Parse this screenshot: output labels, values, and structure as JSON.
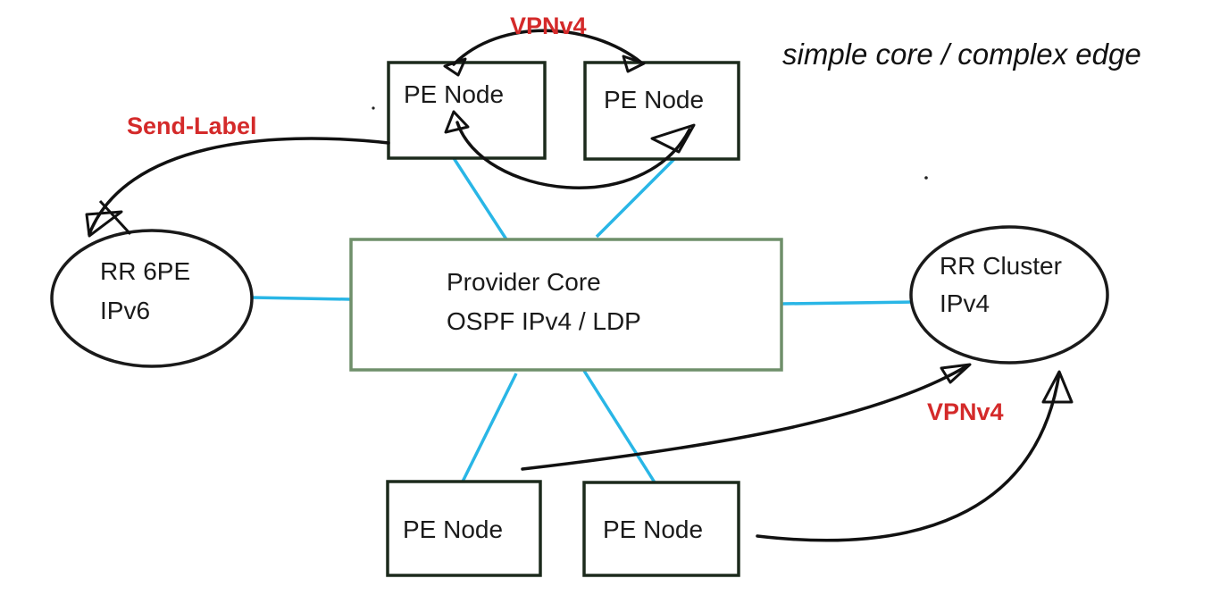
{
  "subtitle": "simple core / complex edge",
  "colors": {
    "link": "#29b6e6",
    "core_border": "#6f8f6a",
    "label": "#d42a2a",
    "stroke": "#111111"
  },
  "core": {
    "line1": "Provider Core",
    "line2": "OSPF IPv4 / LDP"
  },
  "pe_nodes": {
    "top_left": "PE Node",
    "top_right": "PE Node",
    "bottom_left": "PE Node",
    "bottom_right": "PE Node"
  },
  "rr_6pe": {
    "line1": "RR 6PE",
    "line2": "IPv6"
  },
  "rr_cluster": {
    "line1": "RR Cluster",
    "line2": "IPv4"
  },
  "labels": {
    "vpnv4_top": "VPNv4",
    "send_label": "Send-Label",
    "vpnv4_bottom": "VPNv4"
  }
}
